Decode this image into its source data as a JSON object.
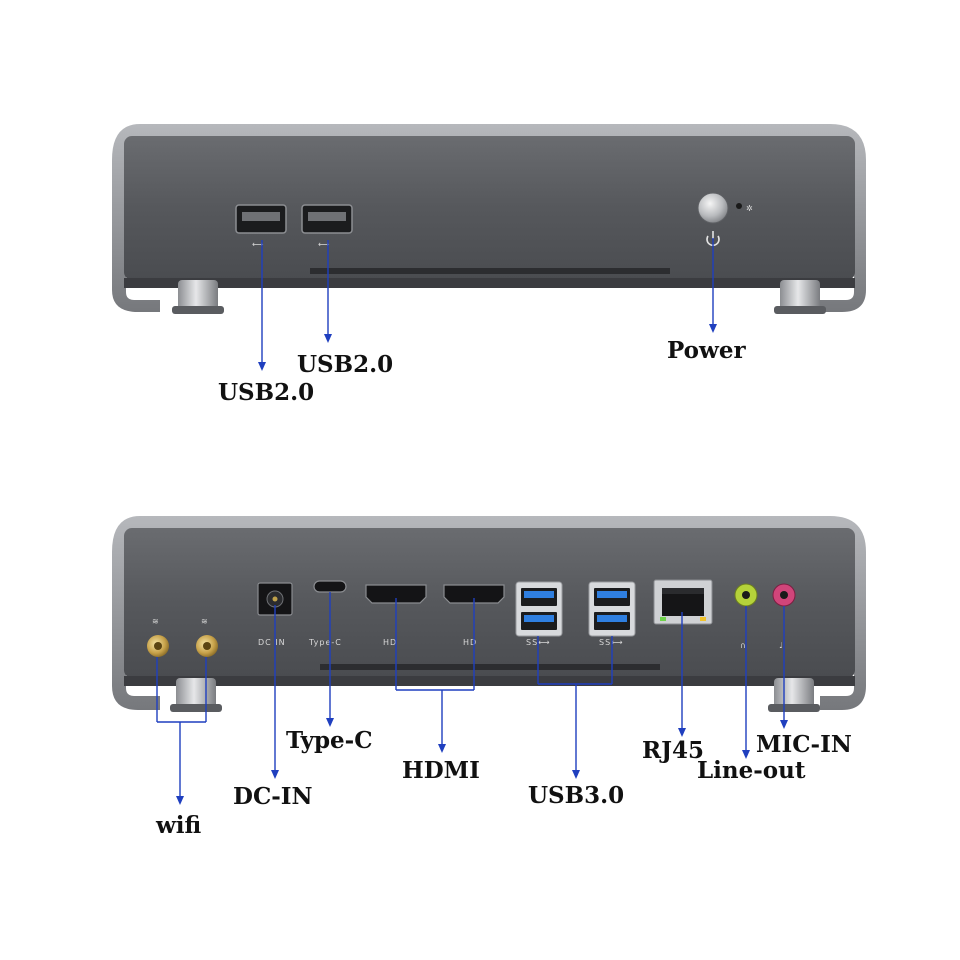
{
  "front_panel": {
    "labels": {
      "usb2_left": "USB2.0",
      "usb2_right": "USB2.0",
      "power": "Power"
    }
  },
  "rear_panel": {
    "port_markings": {
      "dc_in": "DC IN",
      "type_c": "Type-C",
      "hdmi_1": "HD",
      "hdmi_2": "HD",
      "usb3_1": "SS⟷",
      "usb3_2": "SS⟷"
    },
    "labels": {
      "wifi": "wifi",
      "dc_in": "DC-IN",
      "type_c": "Type-C",
      "hdmi": "HDMI",
      "usb3": "USB3.0",
      "rj45": "RJ45",
      "line_out": "Line-out",
      "mic_in": "MIC-IN"
    }
  },
  "colors": {
    "chassis": "#5b5d61",
    "chassis_edge": "#909296",
    "usb3_blue": "#2f7fe0",
    "line_out_green": "#b5d23a",
    "mic_in_pink": "#d0457a",
    "leader_blue": "#1f3fbf"
  }
}
